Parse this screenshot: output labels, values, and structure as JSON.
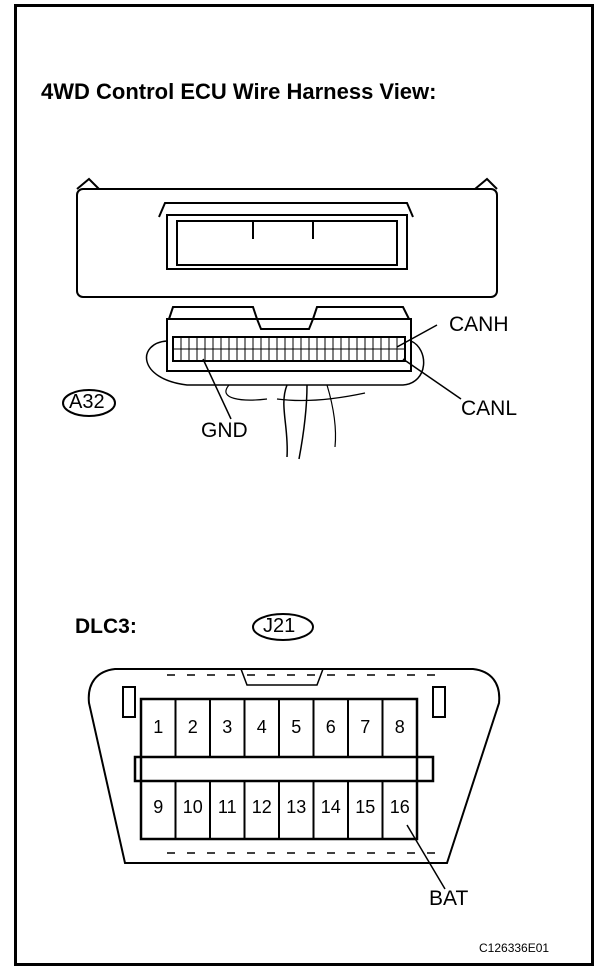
{
  "title": "4WD Control ECU Wire Harness View:",
  "ecu_connector": {
    "code": "A32",
    "pin_labels": [
      "CANH",
      "CANL",
      "GND"
    ]
  },
  "dlc3": {
    "label": "DLC3:",
    "code": "J21",
    "pins_top": [
      "1",
      "2",
      "3",
      "4",
      "5",
      "6",
      "7",
      "8"
    ],
    "pins_bottom": [
      "9",
      "10",
      "11",
      "12",
      "13",
      "14",
      "15",
      "16"
    ],
    "pin_label": "BAT"
  },
  "figure_code": "C126336E01"
}
